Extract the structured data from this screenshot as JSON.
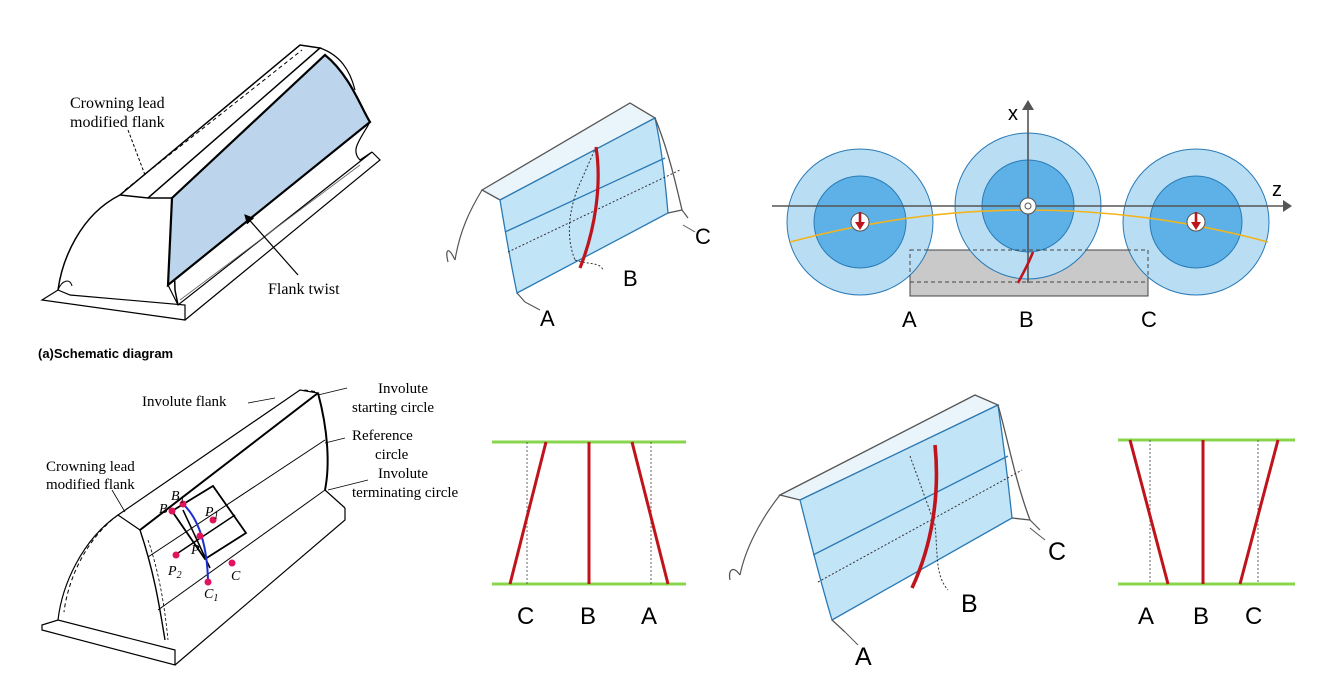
{
  "panel_a": {
    "crowning_label_line1": "Crowning lead",
    "crowning_label_line2": "modified flank",
    "flank_twist_label": "Flank twist",
    "caption": "(a)Schematic diagram"
  },
  "panel_b": {
    "involute_flank": "Involute flank",
    "crowning_line1": "Crowning lead",
    "crowning_line2": "modified flank",
    "start_line1": "Involute",
    "start_line2": "starting circle",
    "ref_line1": "Reference",
    "ref_line2": "circle",
    "term_line1": "Involute",
    "term_line2": "terminating circle",
    "pt_B": "B",
    "pt_B1": "B",
    "pt_B1_sub": "1",
    "pt_P1": "P",
    "pt_P1_sub": "1",
    "pt_P": "P",
    "pt_P2": "P",
    "pt_P2_sub": "2",
    "pt_C": "C",
    "pt_C1": "C",
    "pt_C1_sub": "1"
  },
  "tooth_top": {
    "label_A": "A",
    "label_B": "B",
    "label_C": "C"
  },
  "wheels": {
    "axis_x": "x",
    "axis_z": "z",
    "label_A": "A",
    "label_B": "B",
    "label_C": "C"
  },
  "lines_left": {
    "label_1": "C",
    "label_2": "B",
    "label_3": "A"
  },
  "tooth_bottom": {
    "label_A": "A",
    "label_B": "B",
    "label_C": "C"
  },
  "lines_right": {
    "label_1": "A",
    "label_2": "B",
    "label_3": "C"
  },
  "colors": {
    "flank_fill": "#bcd5ec",
    "tooth_fill": "#c2e4f7",
    "edge_blue": "#2a7ab5",
    "contact_red": "#c0141c",
    "wheel_outer": "#b9def4",
    "wheel_inner": "#5eb1e6",
    "rail_green": "#88d54e",
    "path_yellow": "#f2b41f",
    "point_pink": "#e0135c"
  }
}
